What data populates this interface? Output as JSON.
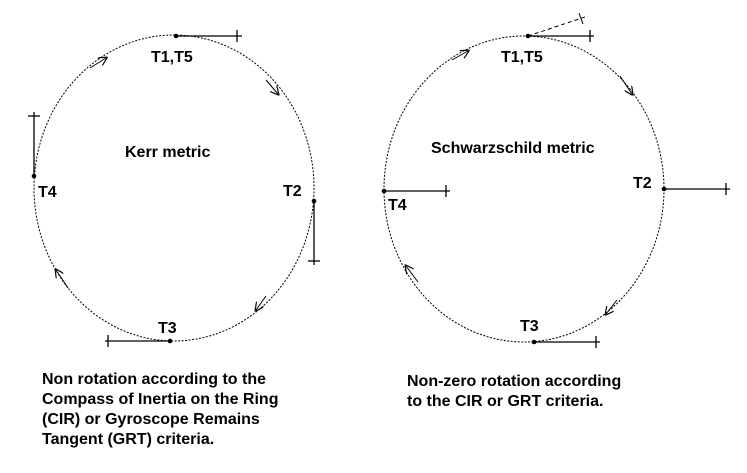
{
  "left_panel": {
    "title": "Kerr metric",
    "labels": {
      "top": "T1,T5",
      "right": "T2",
      "bottom": "T3",
      "left": "T4"
    },
    "caption": "Non rotation according to the\nCompass of Inertia on the Ring\n(CIR) or Gyroscope Remains\nTangent (GRT) criteria."
  },
  "right_panel": {
    "title": "Schwarzschild metric",
    "labels": {
      "top": "T1,T5",
      "right": "T2",
      "bottom": "T3",
      "left": "T4"
    },
    "caption": "Non-zero rotation according\nto the CIR or GRT criteria."
  },
  "colors": {
    "ink": "#000000",
    "background": "#ffffff"
  }
}
